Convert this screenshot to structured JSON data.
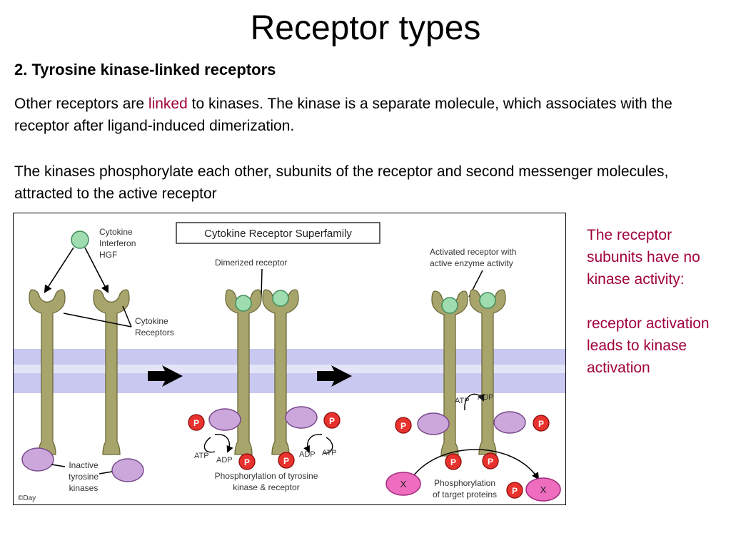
{
  "slide": {
    "title": "Receptor types",
    "subheading": "2. Tyrosine kinase-linked receptors",
    "para1": {
      "before": "Other receptors are ",
      "highlight": "linked",
      "after": " to kinases. The kinase is a separate molecule, which associates with the receptor after ligand-induced dimerization."
    },
    "para2": "The kinases phosphorylate each other, subunits of the receptor and second messenger molecules, attracted to the active receptor",
    "side_note": {
      "line1": "The receptor subunits have no kinase activity:",
      "line2": "receptor activation leads to kinase activation"
    },
    "colors": {
      "highlight": "#a0003c",
      "membrane": "#c8c8f0",
      "receptor": "#a7a46c",
      "ligand": "#9fdcb0",
      "kinase": "#cba7dc",
      "phosphate": "#e8322e",
      "target": "#ee6dbf"
    }
  },
  "figure": {
    "box_title": "Cytokine Receptor Superfamily",
    "ligand_label": [
      "Cytokine",
      "Interferon",
      "HGF"
    ],
    "receptor_label": [
      "Cytokine",
      "Receptors"
    ],
    "dimerized_label": "Dimerized receptor",
    "activated_label": [
      "Activated receptor with",
      "active enzyme activity"
    ],
    "inactive_label": [
      "Inactive",
      "tyrosine",
      "kinases"
    ],
    "phos_label_1": [
      "Phosphorylation of tyrosine",
      "kinase & receptor"
    ],
    "phos_label_2": [
      "Phosphorylation",
      "of target proteins"
    ],
    "atp": "ATP",
    "adp": "ADP",
    "p": "P",
    "x": "X",
    "credit": "©Day"
  }
}
